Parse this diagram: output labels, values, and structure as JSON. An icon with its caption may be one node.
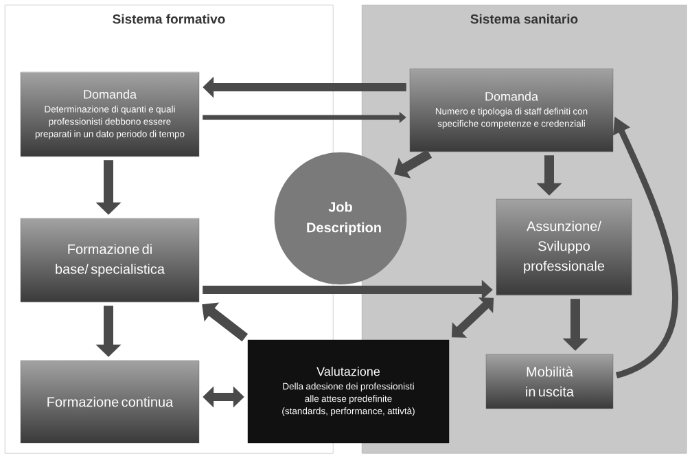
{
  "diagram": {
    "nodes": [
      {
        "text": [
          "Sistema formativo"
        ]
      },
      {
        "text": [
          "Sistema sanitario"
        ]
      },
      {
        "text": [
          "Domanda",
          "Determinazione di quanti e quali professionisti debbono essere preparati in un dato periodo di tempo"
        ],
        "in": 0
      },
      {
        "text": [
          "Formazione di base/ specialistica"
        ],
        "in": 0
      },
      {
        "text": [
          "Formazione continua"
        ],
        "in": 0
      },
      {
        "text": [
          "Domanda",
          "Numero e tipologia di staff definiti con specifiche competenze e credenziali"
        ],
        "in": 1
      },
      {
        "text": [
          "Assunzione/ Sviluppo professionale"
        ],
        "in": 1
      },
      {
        "text": [
          "Mobilità in uscita"
        ],
        "in": 1
      },
      {
        "text": [
          "Job Description"
        ]
      },
      {
        "text": [
          "Valutazione",
          "Della adesione dei professionisti alle attese predefinite (standards, performance, attivtà)"
        ]
      }
    ],
    "edges": [
      {
        "from": 5,
        "to": 2,
        "arrow": "to"
      },
      {
        "from": 2,
        "to": 5,
        "arrow": "to"
      },
      {
        "from": 2,
        "to": 3,
        "arrow": "to"
      },
      {
        "from": 3,
        "to": 4,
        "arrow": "to"
      },
      {
        "from": 3,
        "to": 6,
        "arrow": "to"
      },
      {
        "from": 5,
        "to": 8,
        "arrow": "to"
      },
      {
        "from": 5,
        "to": 6,
        "arrow": "to"
      },
      {
        "from": 6,
        "to": 7,
        "arrow": "to"
      },
      {
        "from": 7,
        "to": 5,
        "arrow": "to"
      },
      {
        "from": 9,
        "to": 3,
        "arrow": "to"
      },
      {
        "from": 4,
        "to": 9,
        "arrow": "both"
      },
      {
        "from": 6,
        "to": 9,
        "arrow": "both"
      }
    ]
  }
}
